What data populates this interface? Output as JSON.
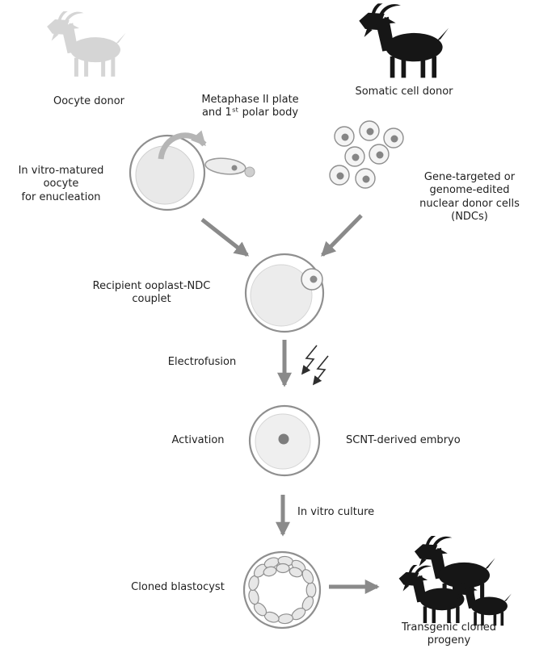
{
  "labels": {
    "oocyte_donor": "Oocyte donor",
    "metaphase": "Metaphase II plate\nand 1ˢᵗ polar body",
    "somatic_cell_donor": "Somatic cell donor",
    "invitro_matured_oocyte": "In vitro-matured\noocyte\nfor enucleation",
    "ndc": "Gene-targeted or\ngenome-edited\nnuclear donor cells\n(NDCs)",
    "recipient_couplet": "Recipient ooplast-NDC\ncouplet",
    "electrofusion": "Electrofusion",
    "activation": "Activation",
    "scnt_embryo": "SCNT-derived embryo",
    "invitro_culture": "In vitro culture",
    "cloned_blastocyst": "Cloned blastocyst",
    "transgenic_progeny": "Transgenic cloned\nprogeny"
  },
  "icons": {
    "goat-silhouette-icon": "svg goat silhouette shape",
    "lightning-bolt-icon": "zigzag arrow polyline",
    "process-arrow-icon": "thick gray arrow with triangular head",
    "cell-icon": "circle with dark nucleus dot"
  },
  "colors": {
    "arrow": "#8a8a8a",
    "goat_light": "#d5d5d5",
    "goat_dark": "#161616",
    "cell_fill": "#f4f4f4",
    "cell_stroke": "#8f8f8f",
    "nucleus": "#858585",
    "ooplasm": "#ececec",
    "text": "#1f1f1f"
  }
}
